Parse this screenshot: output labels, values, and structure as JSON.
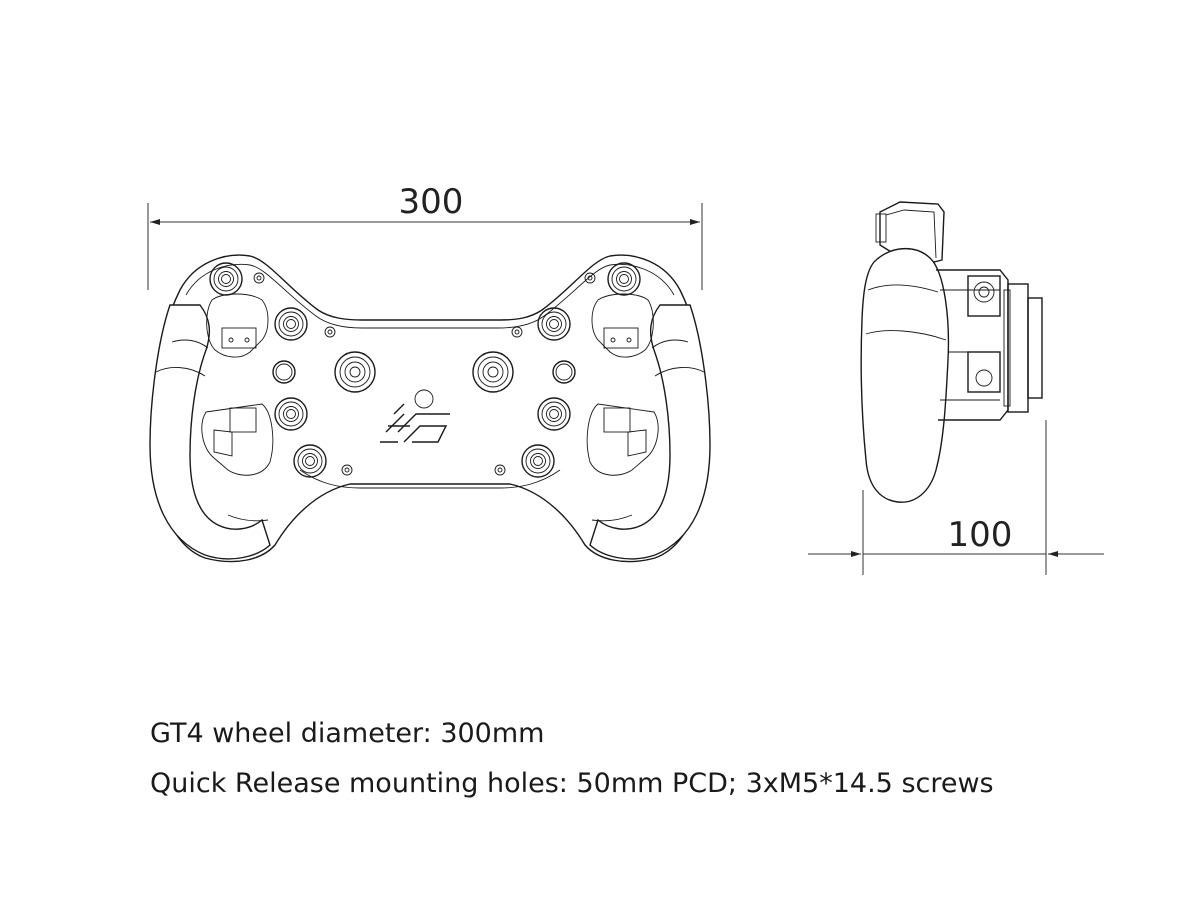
{
  "dimensions": {
    "width_label": "300",
    "depth_label": "100"
  },
  "logo": {
    "name": "brand-logo"
  },
  "captions": {
    "line1": "GT4 wheel diameter: 300mm",
    "line2": "Quick Release mounting holes: 50mm PCD; 3xM5*14.5 screws"
  }
}
